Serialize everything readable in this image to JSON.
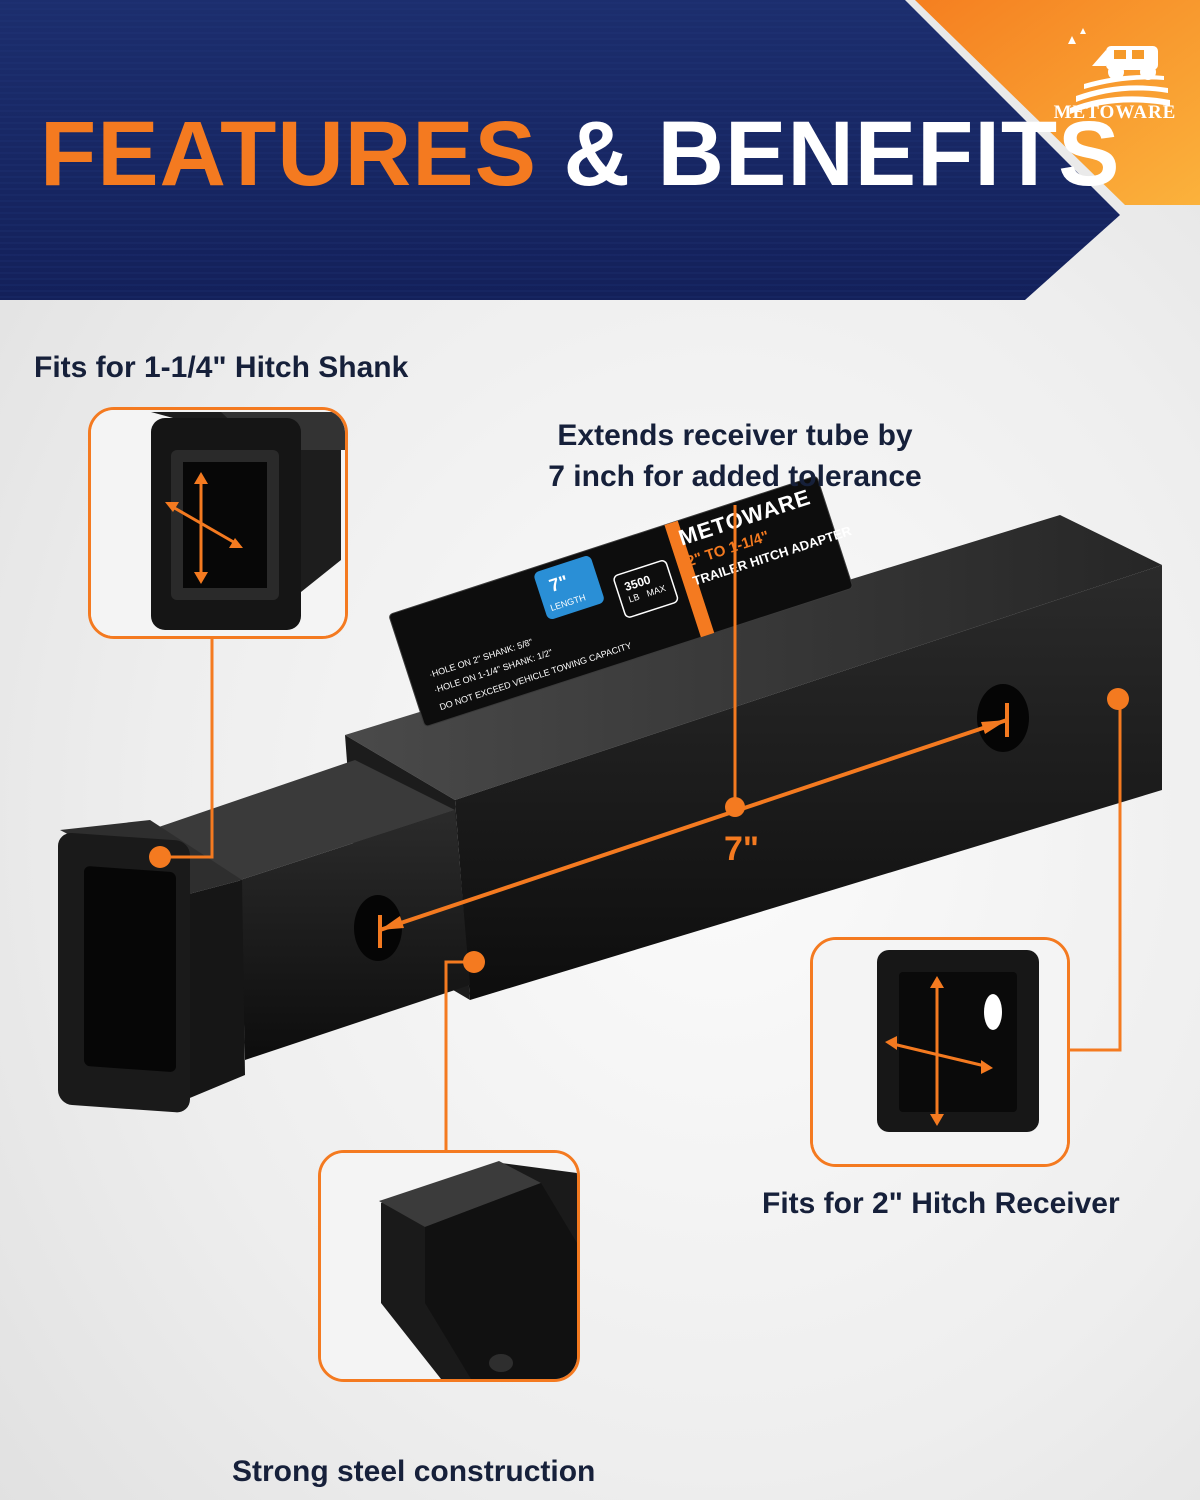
{
  "header": {
    "title_part1": "FEATURES",
    "title_part2": "& BENEFITS",
    "brand": "METOWARE"
  },
  "captions": {
    "shank": "Fits for 1-1/4\" Hitch Shank",
    "extend_line1": "Extends receiver tube by",
    "extend_line2": "7 inch for added tolerance",
    "receiver": "Fits for 2\" Hitch Receiver",
    "steel": "Strong steel construction"
  },
  "dimension_label": "7\"",
  "product_label": {
    "brand": "METOWARE",
    "size_line_a": "2\" TO ",
    "size_line_b": "1-1/4\"",
    "product_name": "TRAILER HITCH ADAPTER",
    "length_value": "7\"",
    "length_word": "LENGTH",
    "hole_note_1": "·HOLE ON 2\" SHANK: 5/8\"",
    "hole_note_2": "·HOLE ON 1-1/4\" SHANK: 1/2\"",
    "warning": "DO NOT EXCEED VEHICLE TOWING CAPACITY",
    "capacity_value": "3500",
    "capacity_unit": "LB",
    "capacity_word": "MAX"
  },
  "colors": {
    "accent_orange": "#f47a20",
    "header_navy": "#1c2e6e",
    "caption_text": "#16203a",
    "product_black": "#141414",
    "badge_blue": "#2a8fd6"
  }
}
